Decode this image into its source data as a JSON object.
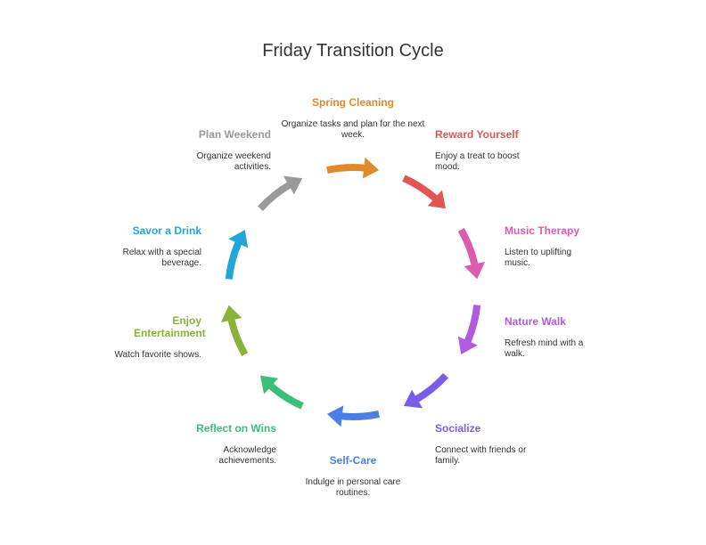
{
  "title": "Friday Transition Cycle",
  "steps": [
    {
      "label": "Spring Cleaning",
      "desc": "Organize tasks and plan for the next week.",
      "color": "#e08a2c"
    },
    {
      "label": "Reward Yourself",
      "desc": "Enjoy a treat to boost mood.",
      "color": "#e05656"
    },
    {
      "label": "Music Therapy",
      "desc": "Listen to uplifting music.",
      "color": "#dd5bae"
    },
    {
      "label": "Nature Walk",
      "desc": "Refresh mind with a walk.",
      "color": "#b25be0"
    },
    {
      "label": "Socialize",
      "desc": "Connect with friends or family.",
      "color": "#7b5ce8"
    },
    {
      "label": "Self-Care",
      "desc": "Indulge in personal care routines.",
      "color": "#4b7fe3"
    },
    {
      "label": "Reflect on Wins",
      "desc": "Acknowledge achievements.",
      "color": "#3bbf78"
    },
    {
      "label": "Enjoy Entertainment",
      "desc": "Watch favorite shows.",
      "color": "#8ab33a"
    },
    {
      "label": "Savor a Drink",
      "desc": "Relax with a special beverage.",
      "color": "#22a6d8"
    },
    {
      "label": "Plan Weekend",
      "desc": "Organize weekend activities.",
      "color": "#9a9a9a"
    }
  ]
}
